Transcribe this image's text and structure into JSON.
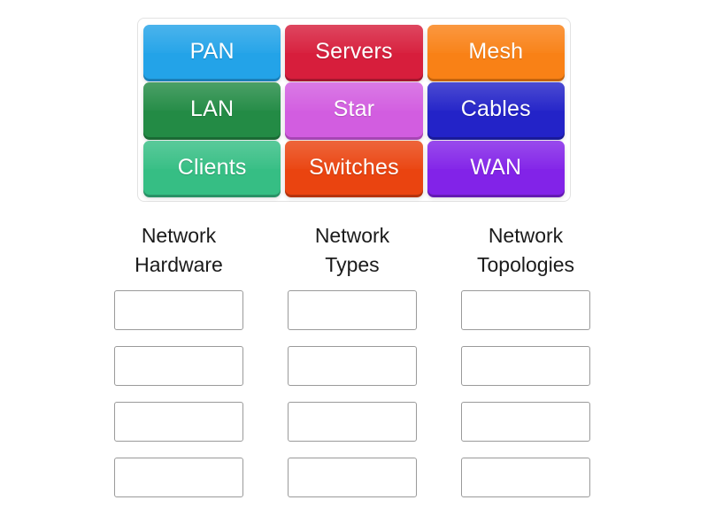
{
  "activity": {
    "type": "group-sort",
    "tray": {
      "tiles": [
        {
          "label": "PAN",
          "color": "#23a3e8",
          "shadow": "#1a7fb8"
        },
        {
          "label": "Servers",
          "color": "#d71e3c",
          "shadow": "#a5162e"
        },
        {
          "label": "Mesh",
          "color": "#f98116",
          "shadow": "#c5640d"
        },
        {
          "label": "LAN",
          "color": "#238b45",
          "shadow": "#1a6a34"
        },
        {
          "label": "Star",
          "color": "#d25de0",
          "shadow": "#a745b3"
        },
        {
          "label": "Cables",
          "color": "#2323c8",
          "shadow": "#1a1a99"
        },
        {
          "label": "Clients",
          "color": "#36be84",
          "shadow": "#299266"
        },
        {
          "label": "Switches",
          "color": "#ea4410",
          "shadow": "#b4330c"
        },
        {
          "label": "WAN",
          "color": "#8223e8",
          "shadow": "#641ab3"
        }
      ]
    },
    "columns": [
      {
        "title": "Network\nHardware",
        "dropzones": [
          "",
          "",
          "",
          ""
        ]
      },
      {
        "title": "Network\nTypes",
        "dropzones": [
          "",
          "",
          "",
          ""
        ]
      },
      {
        "title": "Network\nTopologies",
        "dropzones": [
          "",
          "",
          "",
          ""
        ]
      }
    ]
  },
  "colors": {
    "page_background": "#ffffff",
    "tray_border": "#e2e2e2",
    "dropzone_border": "#9a9a9a",
    "title_text": "#1b1b1b",
    "tile_text": "#ffffff"
  }
}
